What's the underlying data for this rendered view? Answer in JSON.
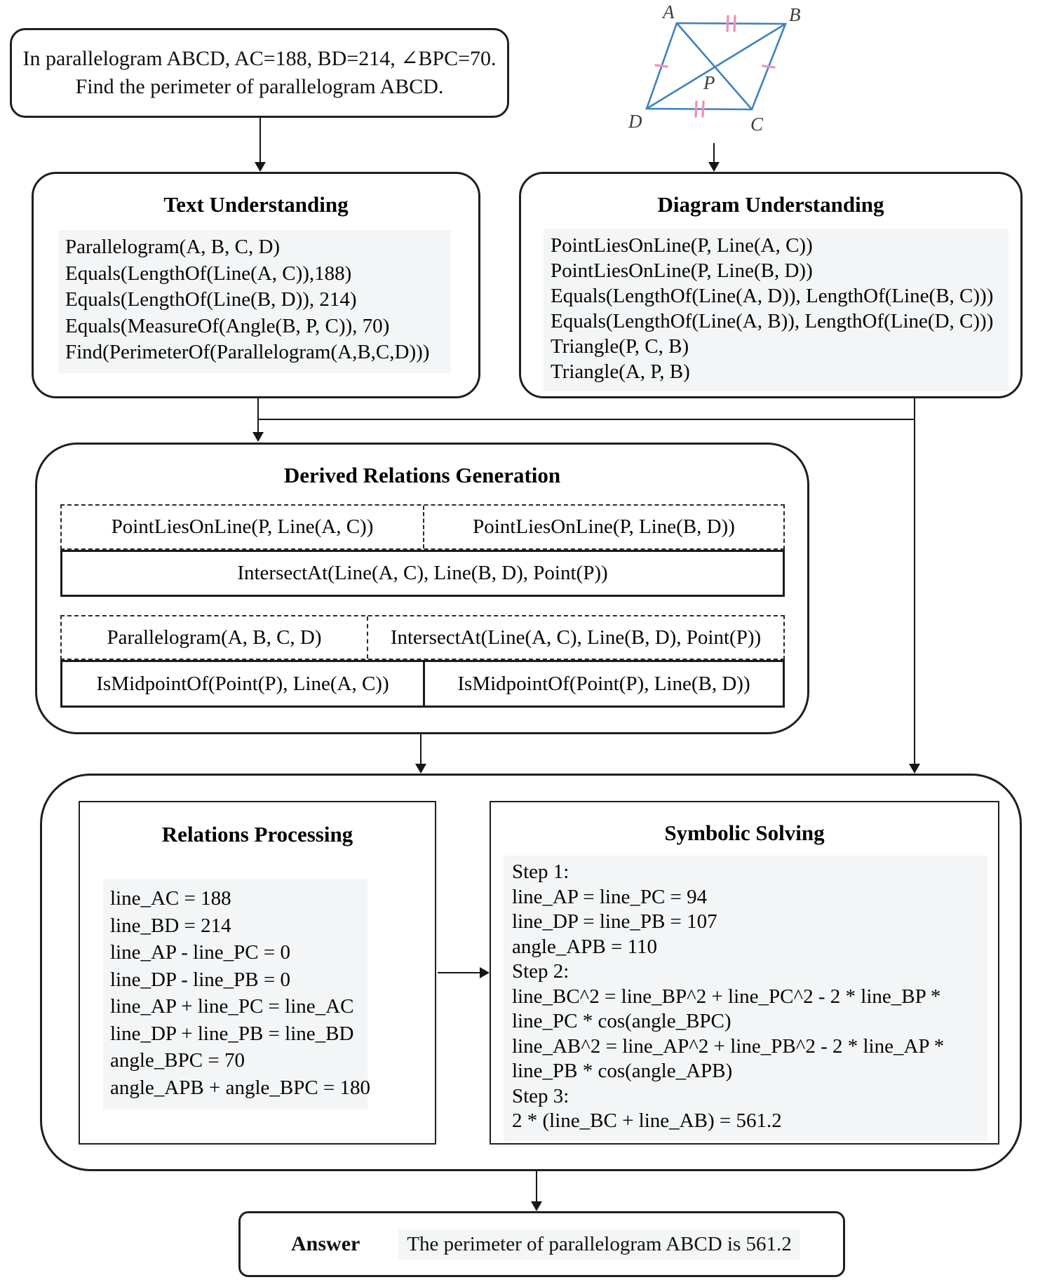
{
  "problem": {
    "line1": "In parallelogram ABCD, AC=188, BD=214, ∠BPC=70.",
    "line2": "Find the perimeter of parallelogram ABCD."
  },
  "figure": {
    "labels": {
      "a": "A",
      "b": "B",
      "c": "C",
      "d": "D",
      "p": "P"
    },
    "line_color": "#3e82c4",
    "tick_color": "#f590ba"
  },
  "text_understanding": {
    "title": "Text Understanding",
    "lines": [
      "Parallelogram(A, B, C, D)",
      "Equals(LengthOf(Line(A, C)),188)",
      "Equals(LengthOf(Line(B, D)), 214)",
      "Equals(MeasureOf(Angle(B, P, C)), 70)",
      "Find(PerimeterOf(Parallelogram(A,B,C,D)))"
    ]
  },
  "diagram_understanding": {
    "title": "Diagram Understanding",
    "lines": [
      "PointLiesOnLine(P, Line(A, C))",
      "PointLiesOnLine(P, Line(B, D))",
      "Equals(LengthOf(Line(A, D)), LengthOf(Line(B, C)))",
      "Equals(LengthOf(Line(A, B)), LengthOf(Line(D, C)))",
      "Triangle(P, C, B)",
      "Triangle(A, P, B)"
    ]
  },
  "derived_relations": {
    "title": "Derived Relations Generation",
    "group1": {
      "premises": [
        "PointLiesOnLine(P, Line(A, C))",
        "PointLiesOnLine(P, Line(B, D))"
      ],
      "conclusion": "IntersectAt(Line(A, C), Line(B, D), Point(P))"
    },
    "group2": {
      "premises": [
        "Parallelogram(A, B, C, D)",
        "IntersectAt(Line(A, C), Line(B, D), Point(P))"
      ],
      "conclusions": [
        "IsMidpointOf(Point(P), Line(A, C))",
        "IsMidpointOf(Point(P), Line(B, D))"
      ]
    }
  },
  "relations_processing": {
    "title": "Relations Processing",
    "lines": [
      "line_AC = 188",
      "line_BD = 214",
      "line_AP - line_PC = 0",
      "line_DP - line_PB = 0",
      "line_AP + line_PC = line_AC",
      "line_DP + line_PB = line_BD",
      "angle_BPC = 70",
      "angle_APB + angle_BPC = 180"
    ]
  },
  "symbolic_solving": {
    "title": "Symbolic Solving",
    "lines": [
      "Step 1:",
      "line_AP = line_PC = 94",
      "line_DP = line_PB = 107",
      "angle_APB = 110",
      "Step 2:",
      "line_BC^2 = line_BP^2 + line_PC^2 - 2 * line_BP *",
      "line_PC * cos(angle_BPC)",
      "line_AB^2 = line_AP^2 + line_PB^2 - 2 * line_AP *",
      "line_PB * cos(angle_APB)",
      "Step 3:",
      "2 * (line_BC + line_AB) = 561.2"
    ]
  },
  "answer": {
    "label": "Answer",
    "text": "The perimeter of parallelogram ABCD is 561.2"
  }
}
